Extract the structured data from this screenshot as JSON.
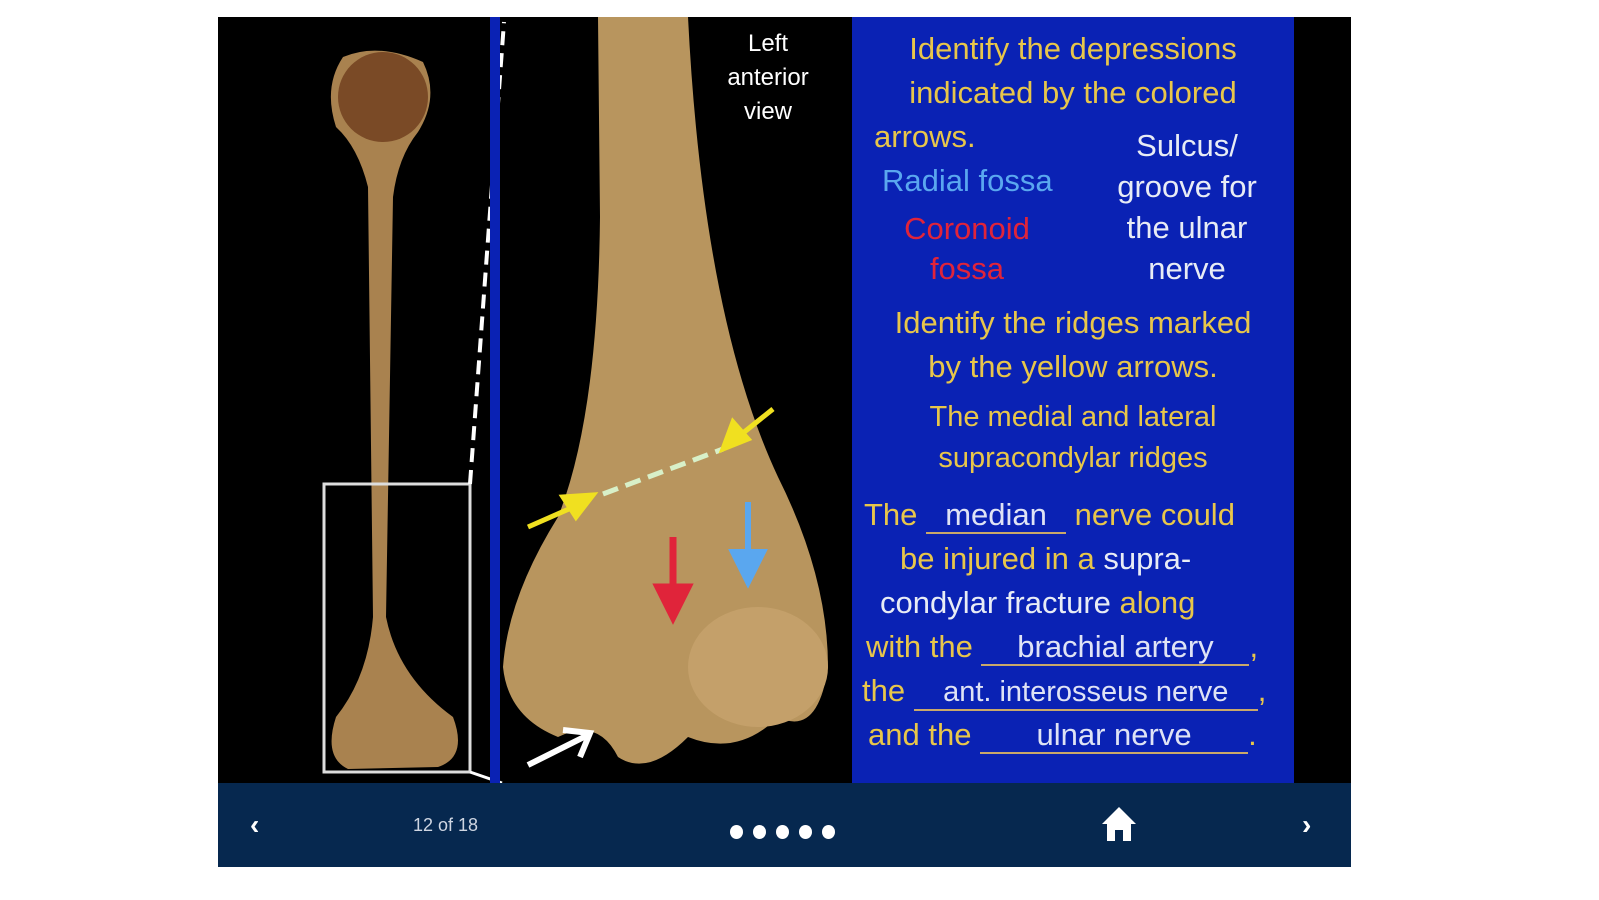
{
  "slide": {
    "view_label": "Left anterior view",
    "question1": [
      "Identify the depressions",
      "indicated by the colored",
      "arrows."
    ],
    "answer_radial": "Radial fossa",
    "answer_coronoid": [
      "Coronoid",
      "fossa"
    ],
    "answer_sulcus": [
      "Sulcus/",
      "groove for",
      "the ulnar",
      "nerve"
    ],
    "question2": [
      "Identify the ridges marked",
      "by the yellow arrows."
    ],
    "answer_ridges": [
      "The medial and lateral",
      "supracondylar ridges"
    ],
    "para": {
      "the": "The",
      "blank1": "median",
      "nerve_could": "nerve could",
      "be_injured": "be injured in a",
      "supra": "supra-",
      "condylar": "condylar fracture",
      "along": "along",
      "with_the": "with the",
      "blank2": "brachial artery",
      "comma1": ",",
      "the2": "the",
      "blank3": "ant. interosseus nerve",
      "comma2": ",",
      "and_the": "and the",
      "blank4": "ulnar nerve",
      "period": "."
    },
    "colors": {
      "panel": "#0a22b4",
      "yellow": "#e8c64a",
      "blue_arrow": "#5aa7ef",
      "red_arrow": "#e0243a"
    }
  },
  "nav": {
    "prev_icon": "chevron-left",
    "counter": "12 of 18",
    "dots": 5,
    "home_icon": "home",
    "next_icon": "chevron-right"
  }
}
